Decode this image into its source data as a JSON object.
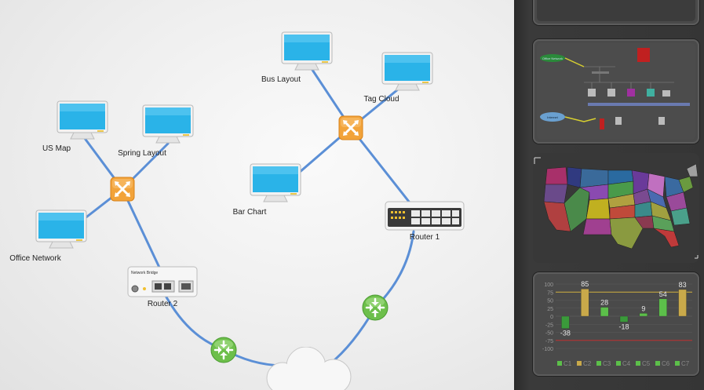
{
  "canvas": {
    "nodes": {
      "us_map": "US Map",
      "spring_layout": "Spring Layout",
      "office_network": "Office Network",
      "bus_layout": "Bus Layout",
      "tag_cloud": "Tag Cloud",
      "bar_chart": "Bar Chart",
      "router1": "Router 1",
      "router2": "Router 2",
      "bridge_text": "Network Bridge"
    }
  },
  "sidebar": {
    "thumbnails": [
      {
        "name": "Network Diagram",
        "labels": [
          "Office Network",
          "Internet"
        ]
      },
      {
        "name": "US Map"
      },
      {
        "name": "Bar Chart",
        "y_ticks": [
          "100",
          "75",
          "50",
          "25",
          "0",
          "-25",
          "-50",
          "-75",
          "-100"
        ],
        "values": [
          -38,
          85,
          28,
          -18,
          9,
          54,
          83
        ],
        "value_labels": [
          "-38",
          "85",
          "28",
          "-18",
          "9",
          "54",
          "83"
        ],
        "legend": [
          "C1",
          "C2",
          "C3",
          "C4",
          "C5",
          "C6",
          "C7"
        ],
        "colors": {
          "negative_bar": "#3a9a3a",
          "gold_bar": "#c9a94a",
          "green_bar": "#5cbf4a"
        }
      }
    ]
  },
  "colors": {
    "link": "#5b8fd6",
    "switch": "#f2a33a",
    "router": "#6dbf4b",
    "sidebar_bg": "#353535"
  }
}
